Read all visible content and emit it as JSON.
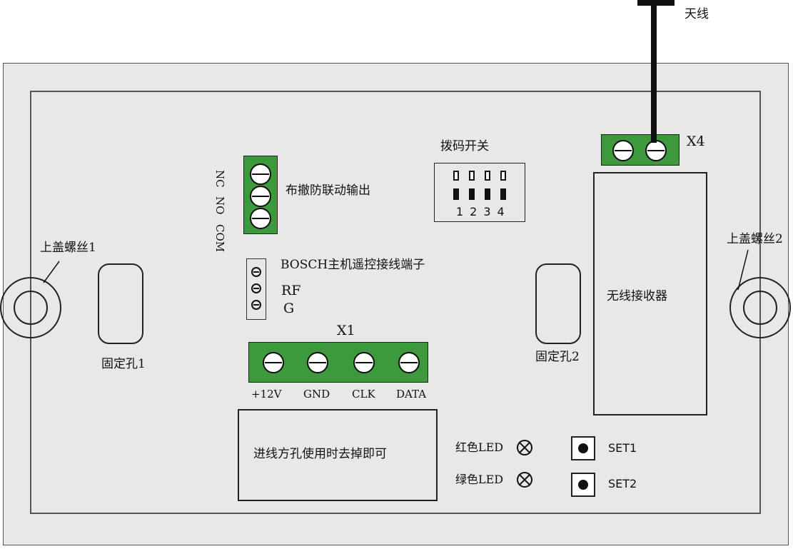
{
  "labels": {
    "antenna": "天线",
    "x4": "X4",
    "x1": "X1",
    "dip_switch": "拨码开关",
    "dip_numbers": "1234",
    "nc": "NC",
    "no": "NO",
    "com": "COM",
    "arm_output": "布撤防联动输出",
    "bosch_terminal": "BOSCH主机遥控接线端子",
    "rf": "RF",
    "g": "G",
    "screw1": "上盖螺丝1",
    "screw2": "上盖螺丝2",
    "hole1": "固定孔1",
    "hole2": "固定孔2",
    "receiver": "无线接收器",
    "x1_pins": [
      "+12V",
      "GND",
      "CLK",
      "DATA"
    ],
    "cable_hole": "进线方孔使用时去掉即可",
    "red_led": "红色LED",
    "green_led": "绿色LED",
    "set1": "SET1",
    "set2": "SET2"
  },
  "colors": {
    "terminal_green": "#3c9a3c",
    "enclosure": "#e8e8e8"
  }
}
